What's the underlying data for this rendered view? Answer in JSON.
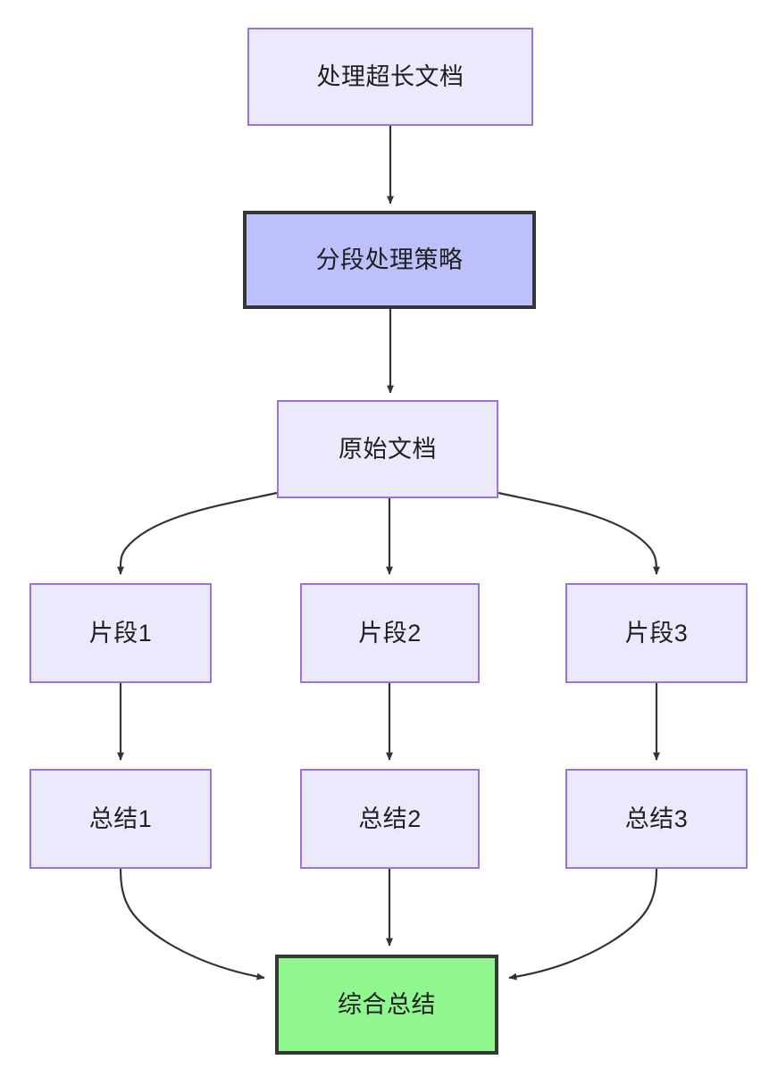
{
  "diagram": {
    "type": "flowchart",
    "direction": "top-to-bottom",
    "background_color": "#ffffff",
    "title": "处理超长文档",
    "nodes": [
      {
        "id": "root",
        "label": "处理超长文档",
        "style": "default",
        "fill": "#ebeafc",
        "stroke": "#9a72e2"
      },
      {
        "id": "strategy",
        "label": "分段处理策略",
        "style": "accent",
        "fill": "#bcc0fb",
        "stroke": "#363636"
      },
      {
        "id": "source",
        "label": "原始文档",
        "style": "default",
        "fill": "#ebeafc",
        "stroke": "#9a72e2"
      },
      {
        "id": "frag1",
        "label": "片段1",
        "style": "default",
        "fill": "#ebeafc",
        "stroke": "#9a72e2"
      },
      {
        "id": "frag2",
        "label": "片段2",
        "style": "default",
        "fill": "#ebeafc",
        "stroke": "#9a72e2"
      },
      {
        "id": "frag3",
        "label": "片段3",
        "style": "default",
        "fill": "#ebeafc",
        "stroke": "#9a72e2"
      },
      {
        "id": "sum1",
        "label": "总结1",
        "style": "default",
        "fill": "#ebeafc",
        "stroke": "#9a72e2"
      },
      {
        "id": "sum2",
        "label": "总结2",
        "style": "default",
        "fill": "#ebeafc",
        "stroke": "#9a72e2"
      },
      {
        "id": "sum3",
        "label": "总结3",
        "style": "default",
        "fill": "#ebeafc",
        "stroke": "#9a72e2"
      },
      {
        "id": "final",
        "label": "综合总结",
        "style": "final",
        "fill": "#90f78f",
        "stroke": "#363636"
      }
    ],
    "edges": [
      {
        "from": "root",
        "to": "strategy",
        "shape": "straight"
      },
      {
        "from": "strategy",
        "to": "source",
        "shape": "straight"
      },
      {
        "from": "source",
        "to": "frag1",
        "shape": "curved"
      },
      {
        "from": "source",
        "to": "frag2",
        "shape": "straight"
      },
      {
        "from": "source",
        "to": "frag3",
        "shape": "curved"
      },
      {
        "from": "frag1",
        "to": "sum1",
        "shape": "straight"
      },
      {
        "from": "frag2",
        "to": "sum2",
        "shape": "straight"
      },
      {
        "from": "frag3",
        "to": "sum3",
        "shape": "straight"
      },
      {
        "from": "sum1",
        "to": "final",
        "shape": "curved"
      },
      {
        "from": "sum2",
        "to": "final",
        "shape": "straight"
      },
      {
        "from": "sum3",
        "to": "final",
        "shape": "curved"
      }
    ],
    "edge_color": "#333333",
    "arrowhead": "filled-triangle"
  }
}
